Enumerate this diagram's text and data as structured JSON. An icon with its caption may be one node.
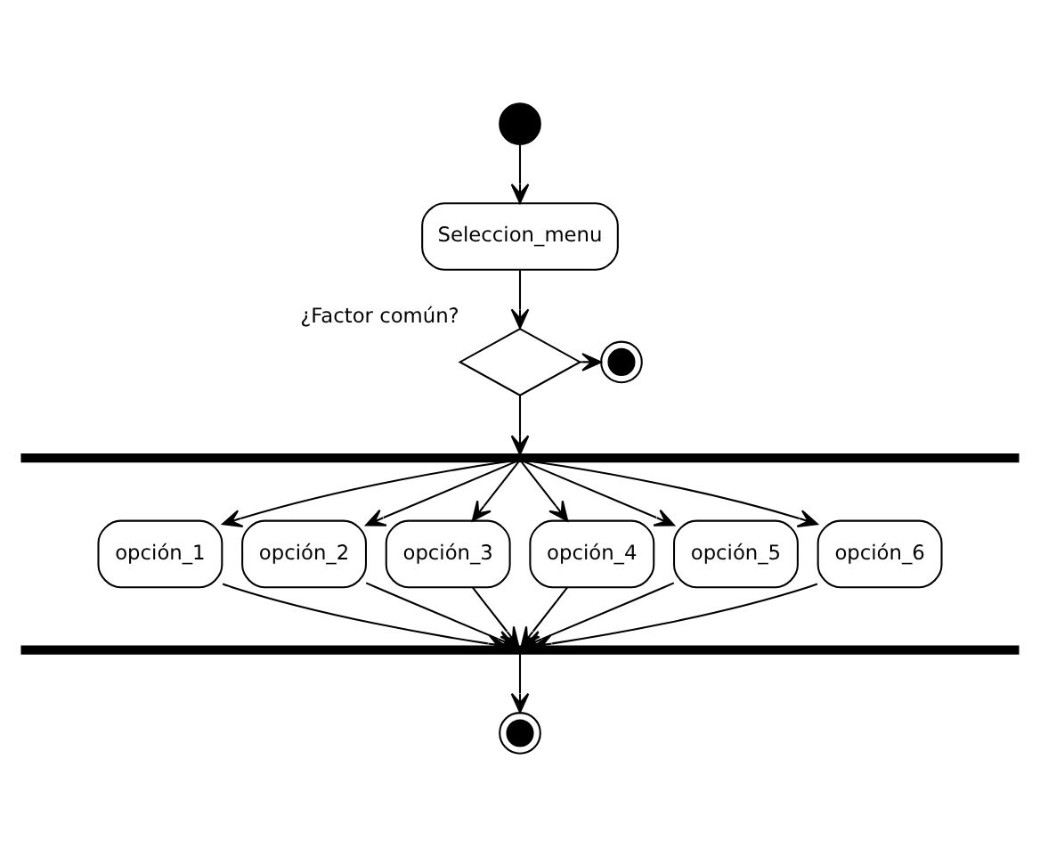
{
  "diagram": {
    "nodes": [
      {
        "text": [],
        "shape": "circle"
      },
      {
        "text": [
          "Seleccion_menu"
        ]
      },
      {
        "text": [],
        "shape": "diamond",
        "beside": [
          "¿Factor común?"
        ]
      },
      {
        "text": [],
        "shape": "bullseye"
      },
      {
        "text": [],
        "shape": "bar"
      },
      {
        "text": [
          "opción_1"
        ]
      },
      {
        "text": [
          "opción_2"
        ]
      },
      {
        "text": [
          "opción_3"
        ]
      },
      {
        "text": [
          "opción_4"
        ]
      },
      {
        "text": [
          "opción_5"
        ]
      },
      {
        "text": [
          "opción_6"
        ]
      },
      {
        "text": [],
        "shape": "bar"
      },
      {
        "text": [],
        "shape": "bullseye"
      }
    ],
    "edges": [
      {
        "from": 0,
        "to": 1,
        "arrow": "to"
      },
      {
        "from": 1,
        "to": 2,
        "arrow": "to"
      },
      {
        "from": 2,
        "to": 3,
        "arrow": "to"
      },
      {
        "from": 2,
        "to": 4,
        "arrow": "to"
      },
      {
        "from": 4,
        "to": 5,
        "arrow": "to"
      },
      {
        "from": 4,
        "to": 6,
        "arrow": "to"
      },
      {
        "from": 4,
        "to": 7,
        "arrow": "to"
      },
      {
        "from": 4,
        "to": 8,
        "arrow": "to"
      },
      {
        "from": 4,
        "to": 9,
        "arrow": "to"
      },
      {
        "from": 4,
        "to": 10,
        "arrow": "to"
      },
      {
        "from": 5,
        "to": 11,
        "arrow": "to"
      },
      {
        "from": 6,
        "to": 11,
        "arrow": "to"
      },
      {
        "from": 7,
        "to": 11,
        "arrow": "to"
      },
      {
        "from": 8,
        "to": 11,
        "arrow": "to"
      },
      {
        "from": 9,
        "to": 11,
        "arrow": "to"
      },
      {
        "from": 10,
        "to": 11,
        "arrow": "to"
      },
      {
        "from": 11,
        "to": 12,
        "arrow": "to"
      }
    ]
  }
}
